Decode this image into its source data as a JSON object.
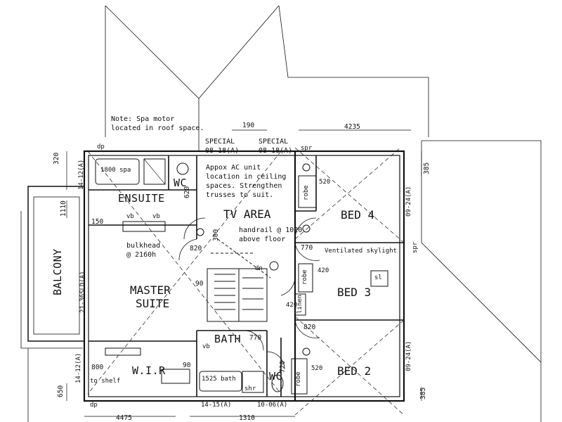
{
  "rooms": {
    "ensuite": "ENSUITE",
    "wc_top": "WC",
    "tv_area": "TV AREA",
    "bed4": "BED 4",
    "master_suite_1": "MASTER",
    "master_suite_2": "SUITE",
    "balcony": "BALCONY",
    "bath": "BATH",
    "wir": "W.I.R",
    "wc_bottom": "WC",
    "bed3": "BED 3",
    "bed2": "BED 2"
  },
  "notes": {
    "spa_motor": "Note: Spa motor\nlocated in roof space.",
    "ac_unit": "Appox AC unit\nlocation in ceiling\nspaces. Strengthen\ntrusses to suit.",
    "handrail": "handrail @ 1020\nabove floor",
    "bulkhead": "bulkhead\n@ 2160h",
    "ventilated_skylight": "Ventilated skylight",
    "special_1": "SPECIAL\n08-18(A)",
    "special_2": "SPECIAL\n08-18(A)"
  },
  "fixtures": {
    "spa": "1800 spa",
    "bath": "1525 bath",
    "robe": "robe",
    "linen": "linen",
    "vb": "vb",
    "shr": "shr",
    "dn": "dn",
    "sl": "sl",
    "spr": "spr",
    "dp": "dp",
    "to_shelf": "to shelf"
  },
  "dimensions": {
    "d190": "190",
    "d4235": "4235",
    "d320": "320",
    "d1110": "1110",
    "d150": "150",
    "d385_top": "385",
    "d385_bot": "385",
    "d620": "620",
    "d820_a": "820",
    "d820_b": "820",
    "d770_a": "770",
    "d770_b": "770",
    "d300": "300",
    "d90_a": "90",
    "d90_b": "90",
    "d420_a": "420",
    "d420_b": "420",
    "d520_a": "520",
    "d520_b": "520",
    "d720": "720",
    "d800": "800",
    "d650": "650",
    "d4475": "4475",
    "d1310": "1310",
    "w14_12a": "14-12(A)",
    "w14_12b": "14-12(A)",
    "w09_24a": "09-24(A)",
    "w09_24b": "09-24(A)",
    "w21_36": "21-36SLD(A)",
    "w14_15": "14-15(A)",
    "w10_06": "10-06(A)"
  }
}
